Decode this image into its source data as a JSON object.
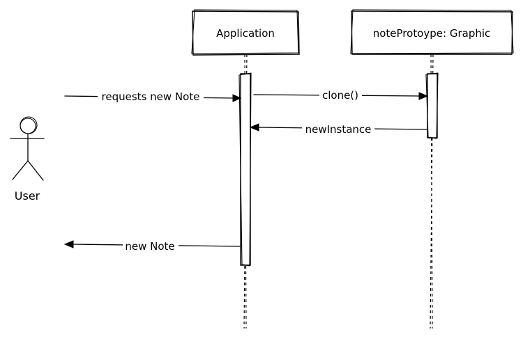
{
  "diagram": {
    "actor": {
      "label": "User"
    },
    "participants": {
      "application": "Application",
      "note_prototype": "noteProtoype: Graphic"
    },
    "messages": {
      "requests_new_note": "requests new Note",
      "clone": "clone()",
      "new_instance": "newInstance",
      "new_note": "new Note"
    }
  }
}
